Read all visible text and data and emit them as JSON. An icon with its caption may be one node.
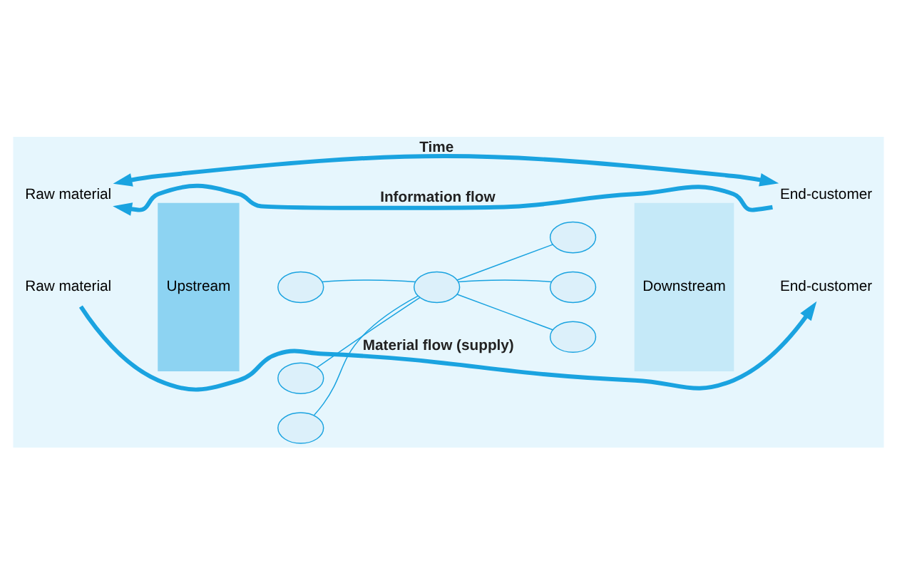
{
  "diagram": {
    "nodes": [
      {
        "text": [
          "Raw material"
        ]
      },
      {
        "text": [
          "Upstream"
        ]
      },
      {
        "text": [],
        "shape": "ellipse"
      },
      {
        "text": [],
        "shape": "ellipse"
      },
      {
        "text": [],
        "shape": "ellipse"
      },
      {
        "text": [],
        "shape": "ellipse"
      },
      {
        "text": [],
        "shape": "ellipse"
      },
      {
        "text": [],
        "shape": "ellipse"
      },
      {
        "text": [],
        "shape": "ellipse"
      },
      {
        "text": [
          "Downstream"
        ]
      },
      {
        "text": [
          "End-customer"
        ]
      },
      {
        "text": [
          "Raw material"
        ]
      },
      {
        "text": [
          "End-customer"
        ]
      }
    ],
    "edges": [
      {
        "from": 0,
        "to": 10,
        "arrow": "to",
        "label": "Material flow (supply)",
        "style": "thick"
      },
      {
        "from": 12,
        "to": 11,
        "arrow": "to",
        "label": "Information flow",
        "style": "thick"
      },
      {
        "from": 11,
        "to": 12,
        "arrow": "both",
        "label": "Time",
        "style": "thick"
      },
      {
        "from": 5,
        "to": 2,
        "arrow": "none"
      },
      {
        "from": 5,
        "to": 3,
        "arrow": "none"
      },
      {
        "from": 5,
        "to": 4,
        "arrow": "none"
      },
      {
        "from": 5,
        "to": 6,
        "arrow": "none"
      },
      {
        "from": 5,
        "to": 7,
        "arrow": "none"
      },
      {
        "from": 5,
        "to": 8,
        "arrow": "none"
      }
    ]
  }
}
